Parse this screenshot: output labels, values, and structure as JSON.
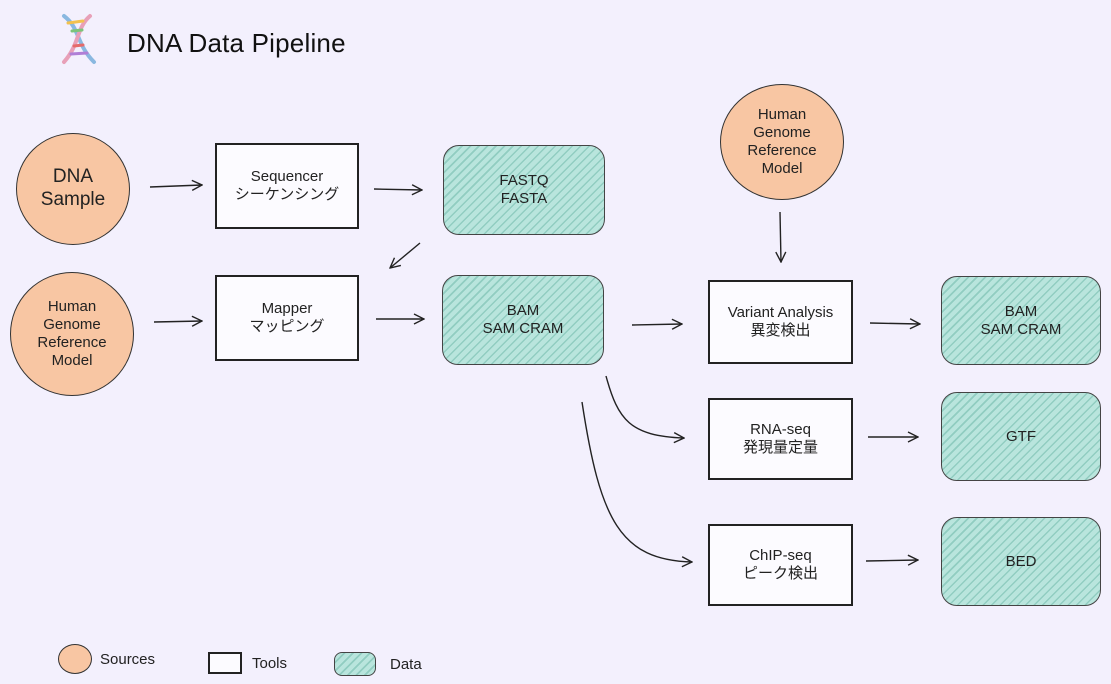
{
  "title": "DNA Data Pipeline",
  "logo_icon": "dna-helix-icon",
  "colors": {
    "background": "#f3f0fd",
    "source_fill": "#f8c6a3",
    "data_fill": "#b9e5dd",
    "tool_fill": "#fcfbff",
    "stroke": "#222222"
  },
  "nodes": {
    "dna_sample": "DNA\nSample",
    "human_ref_left": "Human\nGenome\nReference\nModel",
    "human_ref_top": "Human\nGenome\nReference\nModel",
    "sequencer": "Sequencer\nシーケンシング",
    "mapper": "Mapper\nマッピング",
    "fastq": "FASTQ\nFASTA",
    "bam_mid": "BAM\nSAM CRAM",
    "variant": "Variant Analysis\n異変検出",
    "rnaseq": "RNA-seq\n発現量定量",
    "chipseq": "ChIP-seq\nピーク検出",
    "bam_out": "BAM\nSAM CRAM",
    "gtf": "GTF",
    "bed": "BED"
  },
  "legend": {
    "sources": "Sources",
    "tools": "Tools",
    "data": "Data"
  }
}
